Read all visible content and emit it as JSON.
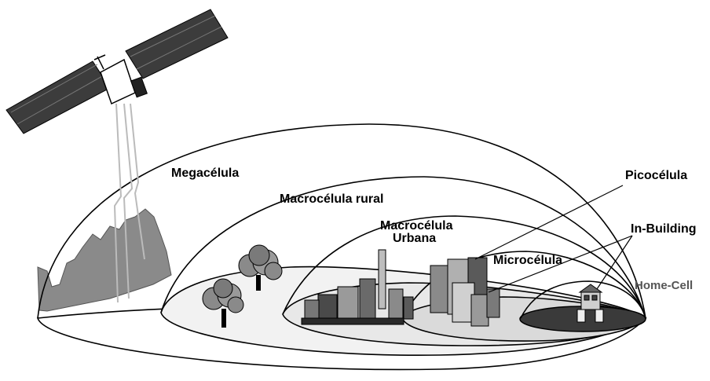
{
  "labels": {
    "megacelula": "Megacélula",
    "macrocelula_rural": "Macrocélula rural",
    "macrocelula_urbana_line1": "Macrocélula",
    "macrocelula_urbana_line2": "Urbana",
    "microcelula": "Microcélula",
    "picocelula": "Picocélula",
    "in_building": "In-Building",
    "home_cell": "Home-Cell"
  },
  "colors": {
    "mountain": "#8a8a8a",
    "ground_light": "#efefef",
    "ground_inner": "#e2e2e2",
    "home_cell_disc": "#3a3a3a",
    "satellite_panel": "#3c3c3c",
    "home_cell_text": "#555555"
  }
}
